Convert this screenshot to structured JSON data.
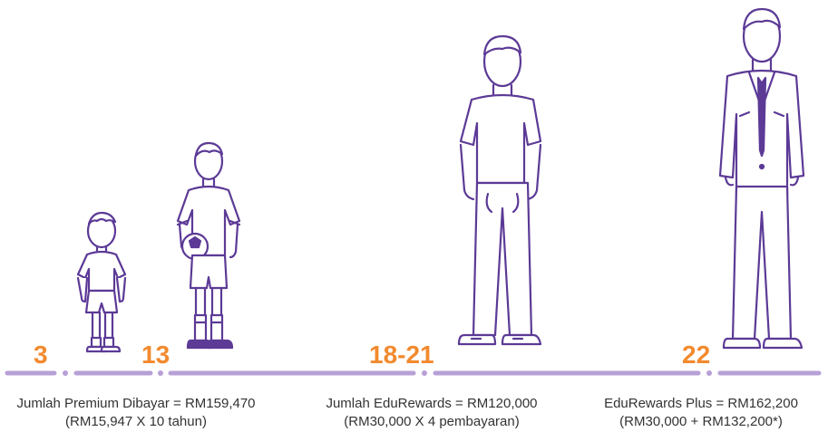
{
  "colors": {
    "accent": "#f28a2e",
    "figure_stroke": "#5c3a96",
    "timeline": "#b7a0d6",
    "text": "#333333"
  },
  "stages": [
    {
      "age": "3",
      "figure": "toddler-figure"
    },
    {
      "age": "13",
      "figure": "boy-with-soccer-ball-figure"
    },
    {
      "age": "18-21",
      "figure": "young-man-figure"
    },
    {
      "age": "22",
      "figure": "man-in-suit-figure"
    }
  ],
  "captions": [
    {
      "line1": "Jumlah Premium Dibayar = RM159,470",
      "line2": "(RM15,947 X 10 tahun)"
    },
    {
      "line1": "Jumlah EduRewards = RM120,000",
      "line2": "(RM30,000 X 4 pembayaran)"
    },
    {
      "line1": "EduRewards Plus = RM162,200",
      "line2": "(RM30,000 + RM132,200*)"
    }
  ]
}
